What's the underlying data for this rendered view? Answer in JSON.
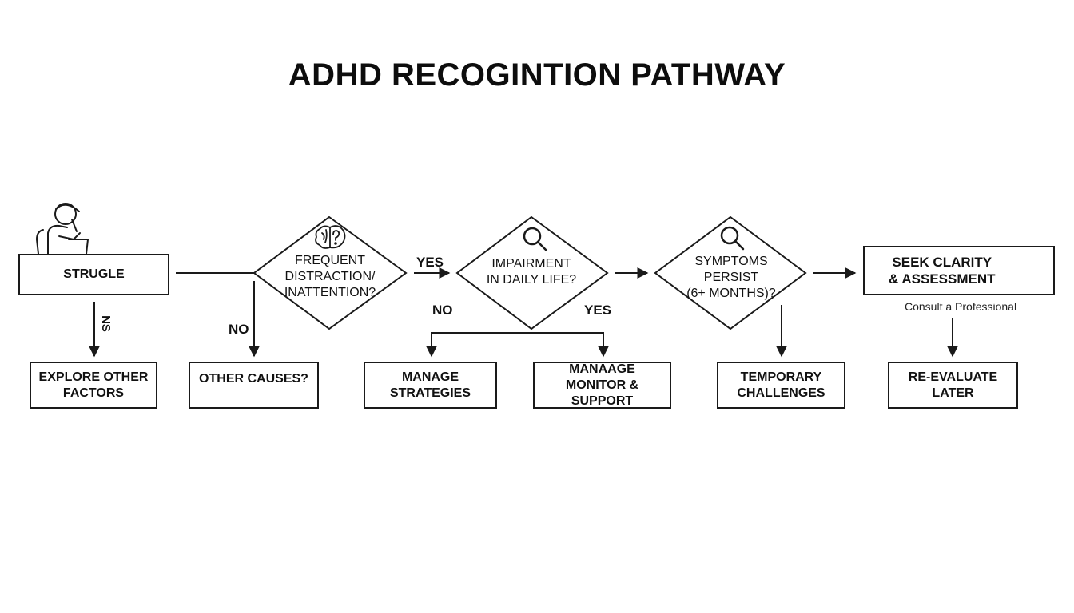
{
  "title": "ADHD RECOGINTION PATHWAY",
  "nodes": {
    "struggle": "STRUGLE",
    "q1": [
      "FREQUENT",
      "DISTRACTION/",
      "INATTENTION?"
    ],
    "q2": [
      "IMPAIRMENT",
      "IN DAILY LIFE?"
    ],
    "q3": [
      "SYMPTOMS",
      "PERSIST",
      "(6+ MONTHS)?"
    ],
    "seek": [
      "SEEK CLARITY",
      "& ASSESSMENT"
    ],
    "seek_sub": "Consult a Professional",
    "explore": [
      "EXPLORE OTHER",
      "FACTORS"
    ],
    "other_causes": "OTHER CAUSES?",
    "manage_strategies": [
      "MANAGE",
      "STRATEGIES"
    ],
    "monitor_support": [
      "MANAAGE",
      "MONITOR & SUPPORT"
    ],
    "temporary": [
      "TEMPORARY",
      "CHALLENGES"
    ],
    "reevaluate": [
      "RE-EVALUATE",
      "LATER"
    ]
  },
  "edge_labels": {
    "struggle_down": "NS",
    "q1_no": "NO",
    "q1_yes": "YES",
    "q2_no": "NO",
    "q2_yes": "YES"
  },
  "icons": [
    "person-at-laptop-icon",
    "brain-question-icon",
    "magnifier-icon",
    "magnifier-icon",
    "magnifier-icon"
  ]
}
